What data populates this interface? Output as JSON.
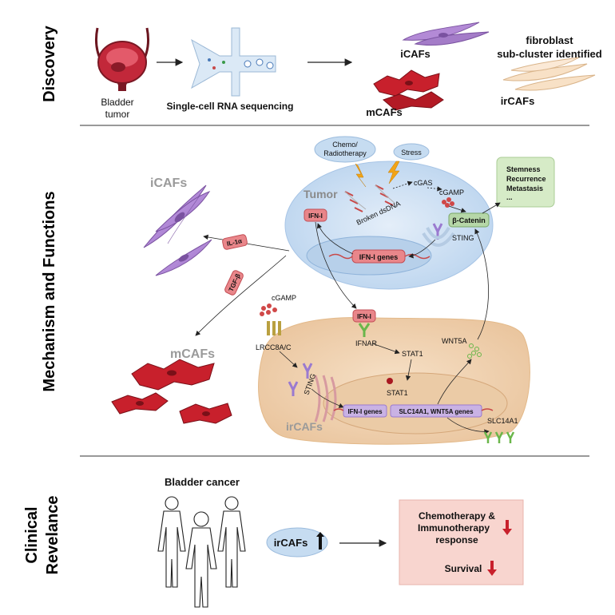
{
  "sections": {
    "discovery": "Discovery",
    "mechanism": "Mechanism and Functions",
    "clinical_line1": "Clinical",
    "clinical_line2": "Revelance"
  },
  "discovery": {
    "bladder_line1": "Bladder",
    "bladder_line2": "tumor",
    "scrna": "Single-cell RNA sequencing",
    "icafs": "iCAFs",
    "mcafs": "mCAFs",
    "ircafs": "irCAFs",
    "fib_line1": "fibroblast",
    "fib_line2": "sub-cluster identified"
  },
  "mechanism": {
    "icafs": "iCAFs",
    "mcafs": "mCAFs",
    "ircafs": "irCAFs",
    "tumor": "Tumor",
    "chemo_line1": "Chemo/",
    "chemo_line2": "Radiotherapy",
    "stress": "Stress",
    "cgas": "cGAS",
    "cgamp_tumor": "cGAMP",
    "broken_dsdna": "Broken dsDNA",
    "ifn_i_tumor": "IFN-I",
    "sting_tumor": "STING",
    "beta_catenin": "β-Catenin",
    "ifn_genes_tumor": "IFN-I genes",
    "outcomes": [
      "Stemness",
      "Recurrence",
      "Metastasis",
      "..."
    ],
    "il1a": "IL-1α",
    "tgfb": "TGF-β",
    "cgamp_caf": "cGAMP",
    "lrrc8": "LRCC8A/C",
    "ifn_i_caf": "IFN-I",
    "ifnar": "IFNAR",
    "stat1_cyto": "STAT1",
    "stat1_nuc": "STAT1",
    "wnt5a": "WNT5A",
    "sting_caf": "STING",
    "caf_genes": "IFN-I genes",
    "caf_genes2": "SLC14A1, WNT5A genes",
    "slc14a1": "SLC14A1"
  },
  "clinical": {
    "bladder_cancer": "Bladder cancer",
    "ircafs": "irCAFs",
    "box_line1": "Chemotherapy &",
    "box_line2": "Immunotherapy",
    "box_line3": "response",
    "survival": "Survival"
  },
  "colors": {
    "icaf": "#b38ad6",
    "mcaf": "#c8202c",
    "ircaf": "#f3d6b6",
    "tumor": "#cfe1f3",
    "caf_cell": "#f1d2ae",
    "clinical_box": "#f8d5cf",
    "arrow_down": "#c8202c"
  }
}
